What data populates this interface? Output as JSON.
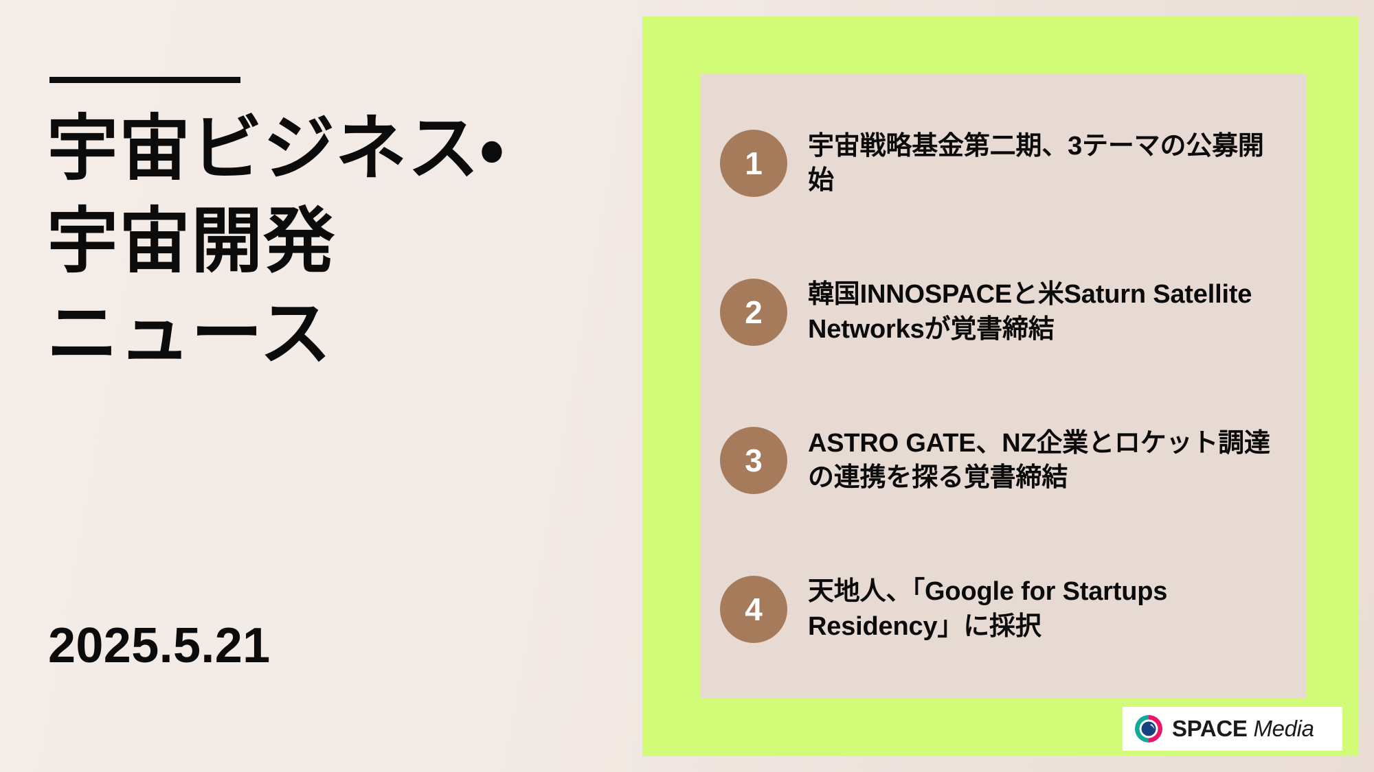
{
  "poster": {
    "background_color": "#f2eae5",
    "accent_green": "#d2fb77",
    "card_color": "#e7dad3",
    "badge_color": "#a57b5b",
    "text_color": "#0b0b0b"
  },
  "left": {
    "headline": "宇宙ビジネス・\n宇宙開発\nニュース",
    "date": "2025.5.21"
  },
  "news": {
    "items": [
      {
        "number": "1",
        "headline": "宇宙戦略基金第二期、3テーマの公募開始"
      },
      {
        "number": "2",
        "headline": "韓国INNOSPACEと米Saturn  Satellite Networksが覚書締結"
      },
      {
        "number": "3",
        "headline": "ASTRO GATE、NZ企業とロケット調達の連携を探る覚書締結"
      },
      {
        "number": "4",
        "headline": "天地人、「Google for Startups Residency」に採択"
      }
    ]
  },
  "logo": {
    "brand": "SPACE",
    "sub": "Media",
    "mark_teal": "#12a89a",
    "mark_magenta": "#e8176b",
    "mark_core": "#17407f"
  }
}
